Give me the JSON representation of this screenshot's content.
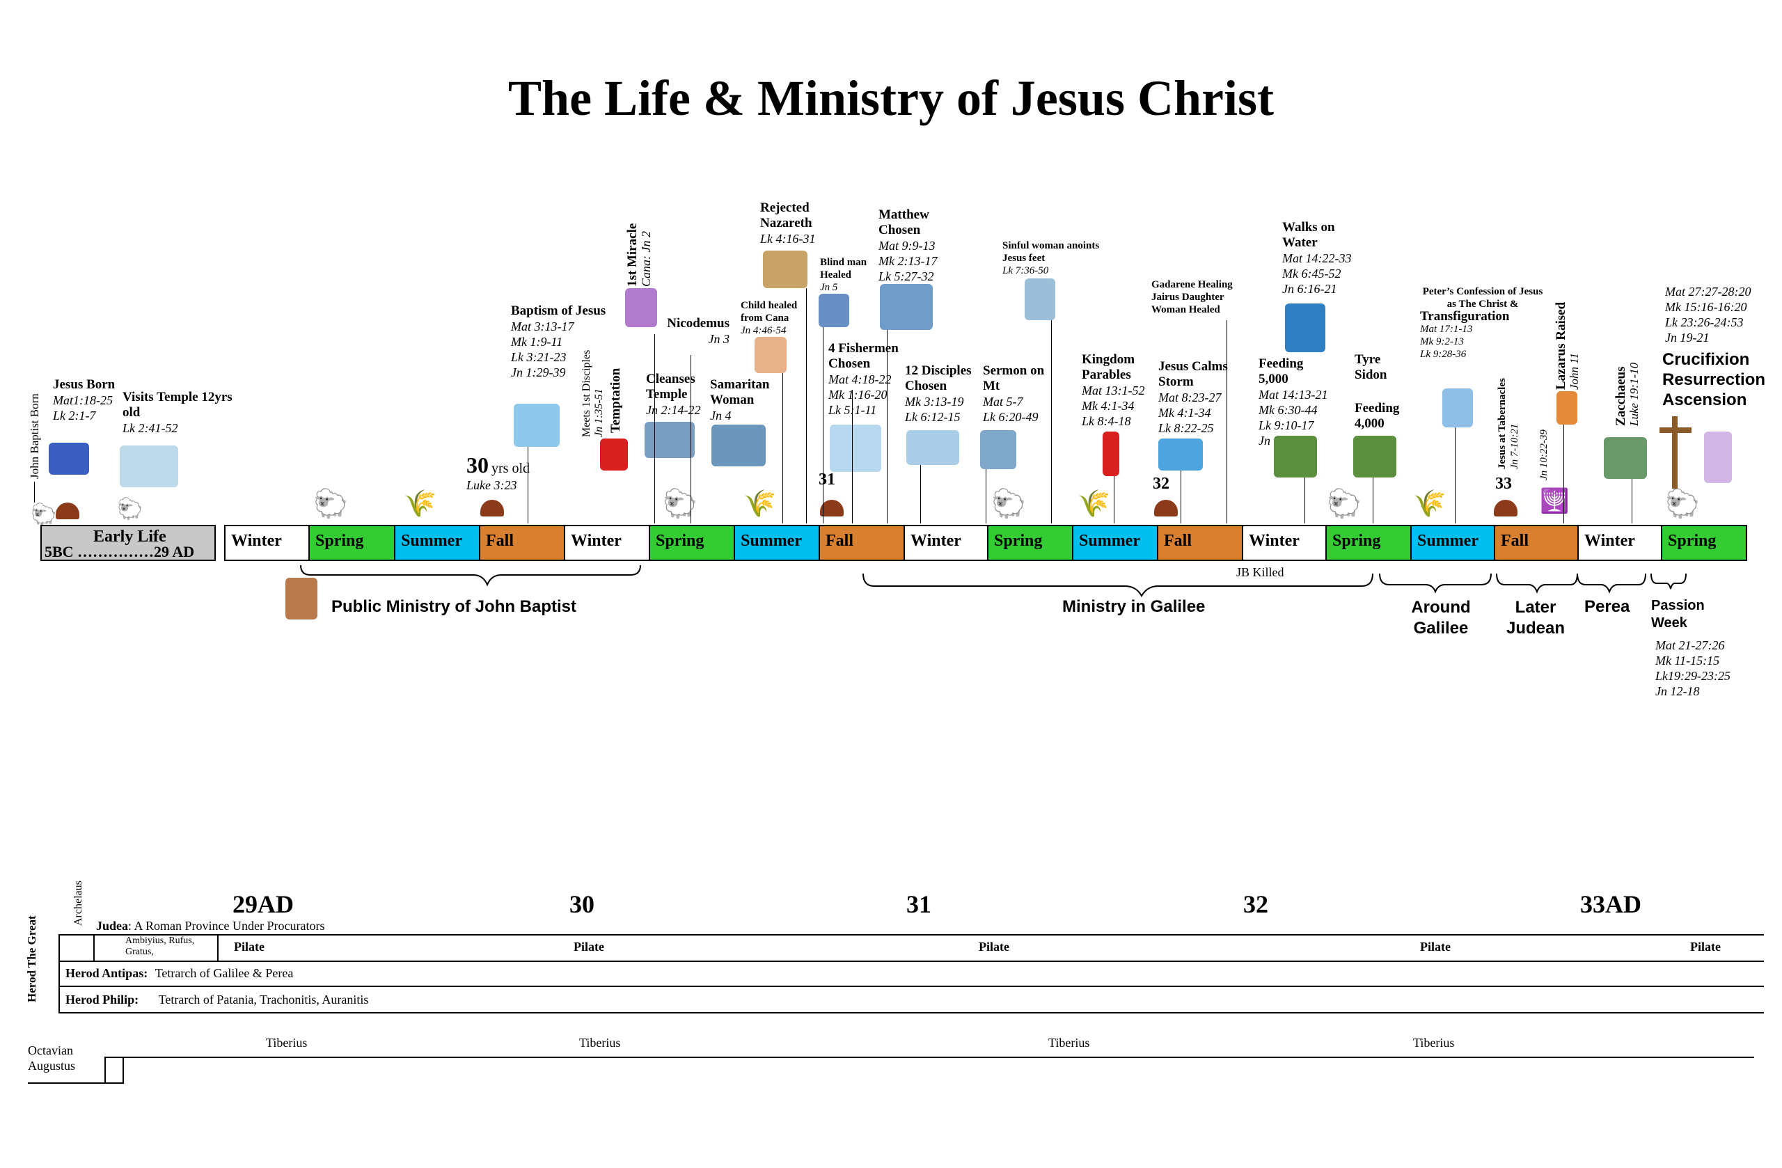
{
  "title": "The Life & Ministry of Jesus Christ",
  "early": {
    "label": "Early Life",
    "range": "5BC ……………29 AD",
    "jb_born": "John Baptist Born",
    "born_title": "Jesus Born",
    "born_refs": [
      "Mat1:18-25",
      "Lk 2:1-7"
    ],
    "temple_title": "Visits Temple 12yrs old",
    "temple_ref": "Lk 2:41-52"
  },
  "seasons": [
    "Winter",
    "Spring",
    "Summer",
    "Fall",
    "Winter",
    "Spring",
    "Summer",
    "Fall",
    "Winter",
    "Spring",
    "Summer",
    "Fall",
    "Winter",
    "Spring",
    "Summer",
    "Fall",
    "Winter",
    "Spring"
  ],
  "events": {
    "baptism_title": "Baptism of Jesus",
    "baptism_refs": [
      "Mat 3:13-17",
      "Mk 1:9-11",
      "Lk 3:21-23",
      "Jn 1:29-39"
    ],
    "age_num": "30",
    "age_text": "yrs old",
    "age_ref": "Luke 3:23",
    "meets": "Meets 1st Disciples",
    "meets_ref": "Jn 1:35-51",
    "temptation": "Temptation",
    "miracle": "1st Miracle",
    "miracle_ref": "Cana: Jn 2",
    "cleanses_title": "Cleanses Temple",
    "cleanses_ref": "Jn 2:14-22",
    "nicodemus_title": "Nicodemus",
    "nicodemus_ref": "Jn 3",
    "samaritan_title": "Samaritan Woman",
    "samaritan_ref": "Jn 4",
    "child_title": "Child healed from Cana",
    "child_ref": "Jn 4:46-54",
    "rejected_title": "Rejected Nazareth",
    "rejected_ref": "Lk 4:16-31",
    "blind_title": "Blind man Healed",
    "blind_ref": "Jn 5",
    "matthew_title": "Matthew Chosen",
    "matthew_refs": [
      "Mat 9:9-13",
      "Mk 2:13-17",
      "Lk 5:27-32"
    ],
    "fishermen_title": "4 Fishermen Chosen",
    "fishermen_refs": [
      "Mat 4:18-22",
      "Mk 1:16-20",
      "Lk 5:1-11"
    ],
    "twelve_title": "12 Disciples Chosen",
    "twelve_refs": [
      "Mk 3:13-19",
      "Lk 6:12-15"
    ],
    "sermon_title": "Sermon on Mt",
    "sermon_refs": [
      "Mat 5-7",
      "Lk 6:20-49"
    ],
    "sinful_title": "Sinful woman anoints Jesus feet",
    "sinful_ref": "Lk 7:36-50",
    "kingdom_title": "Kingdom Parables",
    "kingdom_refs": [
      "Mat 13:1-52",
      "Mk 4:1-34",
      "Lk 8:4-18"
    ],
    "gadarene_title": "Gadarene Healing Jairus Daughter Woman Healed",
    "storm_title": "Jesus Calms Storm",
    "storm_refs": [
      "Mat 8:23-27",
      "Mk 4:1-34",
      "Lk 8:22-25"
    ],
    "walks_title": "Walks on Water",
    "walks_refs": [
      "Mat 14:22-33",
      "Mk 6:45-52",
      "Jn 6:16-21"
    ],
    "feeding5_title": "Feeding 5,000",
    "feeding5_refs": [
      "Mat 14:13-21",
      "Mk 6:30-44",
      "Lk 9:10-17",
      "Jn 6"
    ],
    "tyre_title": "Tyre Sidon",
    "feeding4_title": "Feeding 4,000",
    "peter_title": "Peter’s Confession of Jesus as The Christ &",
    "transfig_title": "Transfiguration",
    "peter_refs": [
      "Mat 17:1-13",
      "Mk 9:2-13",
      "Lk 9:28-36"
    ],
    "tabernacles": "Jesus at Tabernacles",
    "tabernacles_ref": "Jn 7-10:21",
    "jn10": "Jn 10:22-39",
    "lazarus": "Lazarus Raised",
    "lazarus_ref": "John 11",
    "zacchaeus": "Zacchaeus",
    "zacchaeus_ref": "Luke 19:1-10",
    "cross_refs": [
      "Mat 27:27-28:20",
      "Mk 15:16-16:20",
      "Lk 23:26-24:53",
      "Jn 19-21"
    ],
    "cross_titles": [
      "Crucifixion",
      "Resurrection",
      "Ascension"
    ],
    "year31": "31",
    "year32": "32",
    "year33": "33"
  },
  "below": {
    "jb_killed": "JB Killed",
    "public_ministry": "Public Ministry of John Baptist",
    "galilee": "Ministry in Galilee",
    "around_galilee": "Around Galilee",
    "later_judean": "Later Judean",
    "perea": "Perea",
    "passion_title": "Passion Week",
    "passion_refs": [
      "Mat 21-27:26",
      "Mk 11-15:15",
      "Lk19:29-23:25",
      "Jn 12-18"
    ]
  },
  "rulers": {
    "years": [
      "29AD",
      "30",
      "31",
      "32",
      "33AD"
    ],
    "archelaus": "Archelaus",
    "herod_great": "Herod The Great",
    "judea_bold": "Judea",
    "judea_rest": ": A Roman Province Under Procurators",
    "ambiyius": "Ambiyius, Rufus, Gratus,",
    "pilate": "Pilate",
    "antipas_label": "Herod Antipas:",
    "antipas_text": "Tetrarch of Galilee & Perea",
    "philip_label": "Herod Philip:",
    "philip_text": "Tetrarch of Patania, Trachonitis, Auranitis",
    "octavian": "Octavian Augustus",
    "tiberius": "Tiberius"
  },
  "colors": {
    "winter": "#ffffff",
    "spring": "#33cc33",
    "summer": "#00c0f0",
    "fall": "#d98030",
    "early": "#c8c8c8"
  }
}
